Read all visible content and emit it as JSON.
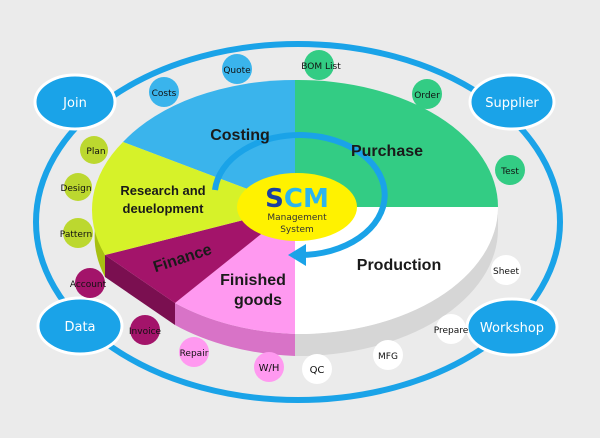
{
  "center": {
    "logo_s": "S",
    "logo_cm": "CM",
    "line1": "Management",
    "line2": "System"
  },
  "segments": [
    {
      "id": "costing",
      "label": "Costing",
      "color": "#3ab4ec",
      "side": "#2f93c4"
    },
    {
      "id": "purchase",
      "label": "Purchase",
      "color": "#33cc84",
      "side": "#27a86a"
    },
    {
      "id": "production",
      "label": "Production",
      "color": "#ffffff",
      "side": "#d6d6d6"
    },
    {
      "id": "finished-goods",
      "label_line1": "Finished",
      "label_line2": "goods",
      "color": "#ff99f0",
      "side": "#d873c7"
    },
    {
      "id": "finance",
      "label": "Finance",
      "color": "#a3146a",
      "side": "#7a0f50"
    },
    {
      "id": "research",
      "label_line1": "Research and",
      "label_line2": "deuelopment",
      "color": "#d6f229",
      "side": "#a8c012"
    }
  ],
  "hubs": [
    {
      "id": "join",
      "label": "Join"
    },
    {
      "id": "supplier",
      "label": "Supplier"
    },
    {
      "id": "data",
      "label": "Data"
    },
    {
      "id": "workshop",
      "label": "Workshop"
    }
  ],
  "bubbles": [
    {
      "id": "costs",
      "label": "Costs",
      "color": "#3ab4ec"
    },
    {
      "id": "quote",
      "label": "Quote",
      "color": "#3ab4ec"
    },
    {
      "id": "bom-list",
      "label": "BOM List",
      "color": "#33cc84"
    },
    {
      "id": "order",
      "label": "Order",
      "color": "#33cc84"
    },
    {
      "id": "test",
      "label": "Test",
      "color": "#33cc84"
    },
    {
      "id": "plan",
      "label": "Plan",
      "color": "#bcd82f"
    },
    {
      "id": "design",
      "label": "Design",
      "color": "#bcd82f"
    },
    {
      "id": "pattern",
      "label": "Pattern",
      "color": "#bcd82f"
    },
    {
      "id": "account",
      "label": "Account",
      "color": "#a3146a"
    },
    {
      "id": "invoice",
      "label": "Invoice",
      "color": "#a3146a"
    },
    {
      "id": "repair",
      "label": "Repair",
      "color": "#ff99f0"
    },
    {
      "id": "wh",
      "label": "W/H",
      "color": "#ff99f0"
    },
    {
      "id": "qc",
      "label": "QC",
      "color": "#ffffff"
    },
    {
      "id": "mfg",
      "label": "MFG",
      "color": "#ffffff"
    },
    {
      "id": "prepare",
      "label": "Prepare",
      "color": "#ffffff"
    },
    {
      "id": "sheet",
      "label": "Sheet",
      "color": "#ffffff"
    }
  ],
  "colors": {
    "ring": "#1aa3e8",
    "hub": "#1aa3e8",
    "center_fill": "#fff200",
    "logo_s": "#1a3fa0",
    "logo_cm": "#2bb5ef",
    "arrow": "#1aa3e8"
  }
}
